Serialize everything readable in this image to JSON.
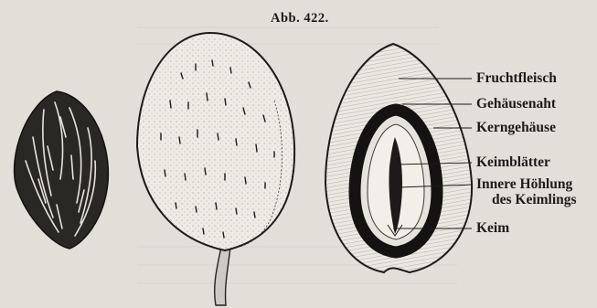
{
  "figure": {
    "title": "Abb. 422.",
    "labels": {
      "fruchtfleisch": "Fruchtfleisch",
      "gehaeusenaht": "Gehäusenaht",
      "kerngehaeuse": "Kerngehäuse",
      "keimblaetter": "Keimblätter",
      "innere_hoehlung_line1": "Innere Höhlung",
      "innere_hoehlung_line2": "des Keimlings",
      "keim": "Keim"
    }
  },
  "colors": {
    "paper": "#e2dfd8",
    "ink": "#1c1b19",
    "bleed_through": "#8e8a82"
  }
}
